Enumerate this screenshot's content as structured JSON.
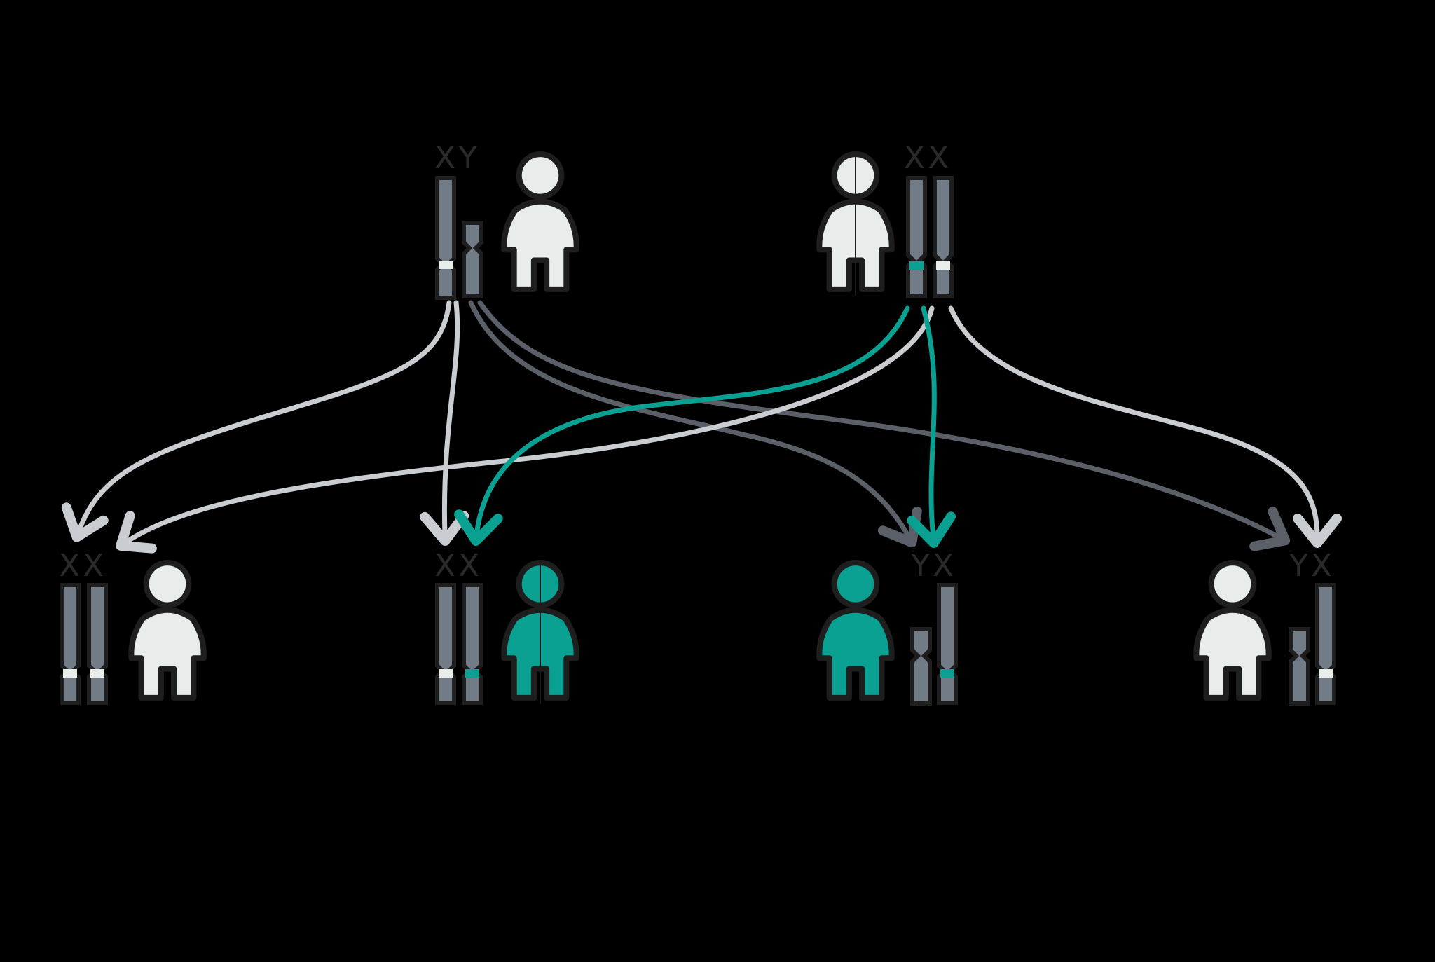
{
  "diagram": {
    "type": "x-linked-inheritance",
    "colors": {
      "background": "#000000",
      "chromosome": "#717c87",
      "outline": "#1e1e1e",
      "person_unaffected": "#e8eceb",
      "affected_teal": "#0aa092",
      "arrow_light": "#c9ccd1",
      "arrow_dark": "#5b6068",
      "label": "#2a2a2a"
    },
    "parents": [
      {
        "id": "father",
        "chromosome_label": "XY",
        "status": "unaffected",
        "x_band": "normal"
      },
      {
        "id": "mother",
        "chromosome_label": "XX",
        "status": "carrier",
        "x_band": [
          "affected",
          "normal"
        ]
      }
    ],
    "children": [
      {
        "id": "child1",
        "chromosome_label": "XX",
        "status": "unaffected",
        "bands": [
          "normal",
          "normal"
        ]
      },
      {
        "id": "child2",
        "chromosome_label": "XX",
        "status": "carrier",
        "bands": [
          "normal",
          "affected"
        ]
      },
      {
        "id": "child3",
        "chromosome_label": "YX",
        "status": "affected",
        "bands": [
          "none",
          "affected"
        ]
      },
      {
        "id": "child4",
        "chromosome_label": "YX",
        "status": "unaffected",
        "bands": [
          "none",
          "normal"
        ]
      }
    ]
  }
}
